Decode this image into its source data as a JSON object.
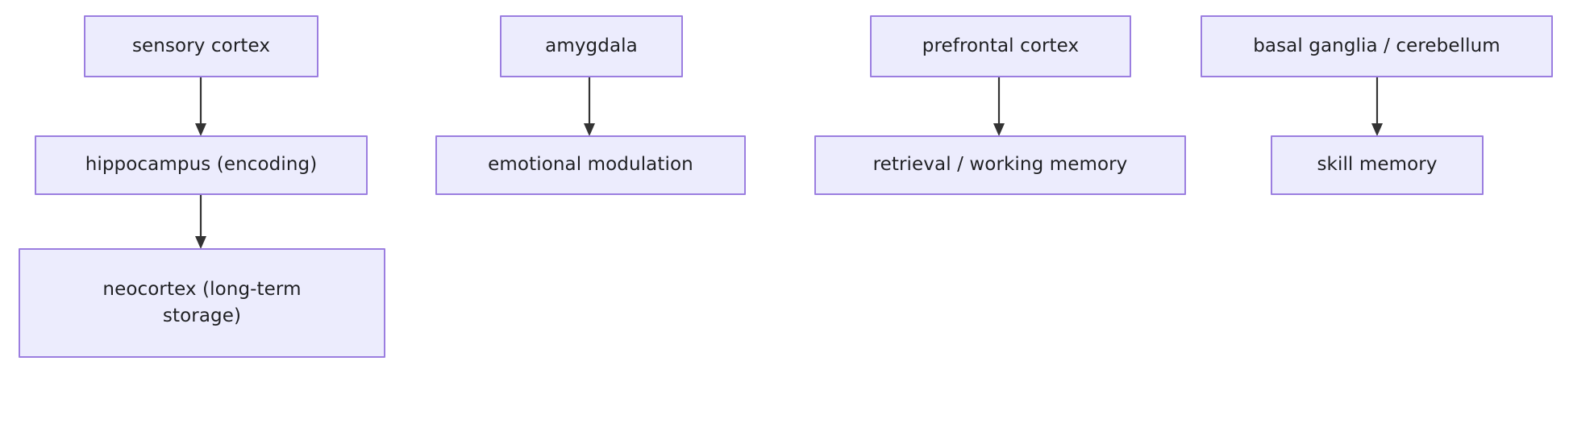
{
  "diagram": {
    "type": "flowchart",
    "direction": "top-down",
    "theme": {
      "node_fill": "#ececfd",
      "node_border": "#9b7ee0",
      "node_text": "#1f2023",
      "edge_color": "#333333",
      "background": "#ffffff"
    },
    "columns": [
      {
        "id": "col-sensory",
        "nodes": [
          "sensory cortex",
          "hippocampus (encoding)",
          "neocortex (long-term storage)"
        ]
      },
      {
        "id": "col-amygdala",
        "nodes": [
          "amygdala",
          "emotional modulation"
        ]
      },
      {
        "id": "col-prefrontal",
        "nodes": [
          "prefrontal cortex",
          "retrieval / working memory"
        ]
      },
      {
        "id": "col-basal",
        "nodes": [
          "basal ganglia / cerebellum",
          "skill memory"
        ]
      }
    ],
    "nodes": {
      "sensory_cortex": "sensory cortex",
      "hippocampus": "hippocampus (encoding)",
      "neocortex_line1": "neocortex (long-term",
      "neocortex_line2": "storage)",
      "neocortex_full": "neocortex (long-term storage)",
      "amygdala": "amygdala",
      "emotional_modulation": "emotional modulation",
      "prefrontal_cortex": "prefrontal cortex",
      "retrieval_working_memory": "retrieval / working memory",
      "basal_ganglia": "basal ganglia / cerebellum",
      "skill_memory": "skill memory"
    },
    "edges": [
      {
        "from": "sensory cortex",
        "to": "hippocampus (encoding)",
        "label": ""
      },
      {
        "from": "hippocampus (encoding)",
        "to": "neocortex (long-term storage)",
        "label": ""
      },
      {
        "from": "amygdala",
        "to": "emotional modulation",
        "label": ""
      },
      {
        "from": "prefrontal cortex",
        "to": "retrieval / working memory",
        "label": ""
      },
      {
        "from": "basal ganglia / cerebellum",
        "to": "skill memory",
        "label": ""
      }
    ]
  }
}
